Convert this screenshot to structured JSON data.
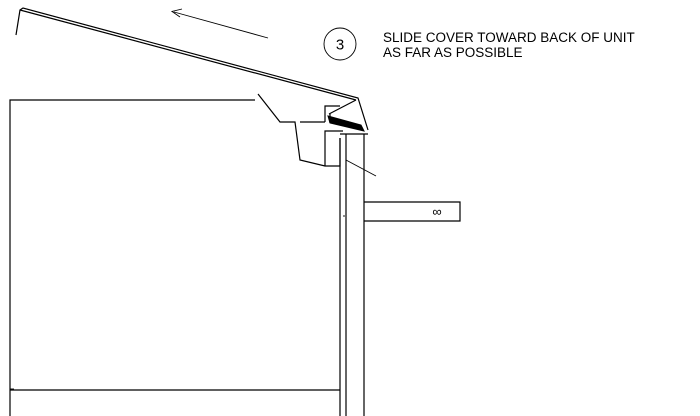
{
  "step": {
    "number": "3",
    "instruction_line1": "SLIDE COVER TOWARD BACK OF UNIT",
    "instruction_line2": "AS FAR AS POSSIBLE"
  },
  "tube": {
    "label": "∞"
  },
  "colors": {
    "ink": "#000000",
    "background": "#ffffff"
  },
  "icons": {
    "direction_arrow": "arrow-up-left-icon"
  }
}
